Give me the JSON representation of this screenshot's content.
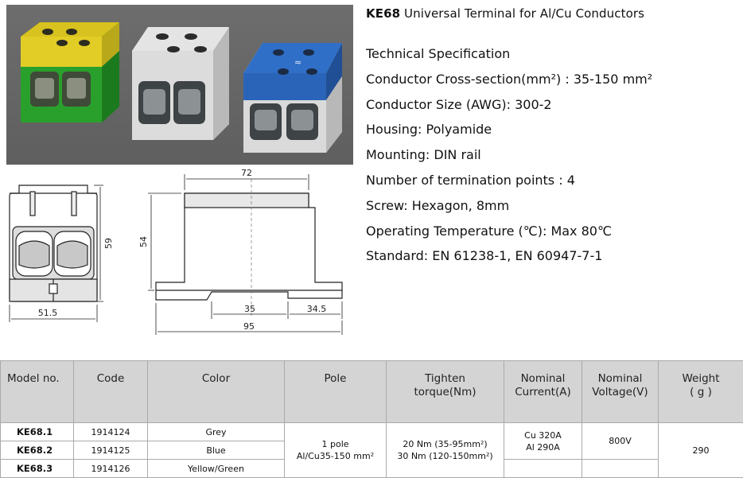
{
  "specs": {
    "title_model": "KE68",
    "title_rest": "Universal Terminal for Al/Cu Conductors",
    "heading": "Technical Specification",
    "lines": [
      "Conductor Cross-section(mm²) : 35-150 mm²",
      "Conductor Size (AWG):  300-2",
      "Housing:  Polyamide",
      "Mounting: DIN rail",
      "Number of termination points : 4",
      "Screw:  Hexagon, 8mm",
      "Operating Temperature (℃):    Max 80℃",
      "Standard:  EN 61238-1, EN 60947-7-1"
    ]
  },
  "drawing": {
    "dim_height_front": "59",
    "dim_width_front": "51.5",
    "dim_top_side": "72",
    "dim_height_side": "54",
    "dim_center": "35",
    "dim_right": "34.5",
    "dim_total": "95"
  },
  "photo": {
    "blue_cap_symbol": "≈"
  },
  "table": {
    "headers": {
      "model": "Model no.",
      "code": "Code",
      "color": "Color",
      "pole": "Pole",
      "torque_1": "Tighten",
      "torque_2": "torque(Nm)",
      "current_1": "Nominal",
      "current_2": "Current(A)",
      "voltage_1": "Nominal",
      "voltage_2": "Voltage(V)",
      "weight_1": "Weight",
      "weight_2": "( g )"
    },
    "rows": [
      {
        "model": "KE68.1",
        "code": "1914124",
        "color": "Grey"
      },
      {
        "model": "KE68.2",
        "code": "1914125",
        "color": "Blue"
      },
      {
        "model": "KE68.3",
        "code": "1914126",
        "color": "Yellow/Green"
      }
    ],
    "shared": {
      "pole_1": "1 pole",
      "pole_2": "Al/Cu35-150 mm²",
      "torque_1": "20 Nm (35-95mm²)",
      "torque_2": "30 Nm (120-150mm²)",
      "current_1": "Cu 320A",
      "current_2": "Al 290A",
      "voltage": "800V",
      "weight": "290"
    }
  },
  "colors": {
    "photo_bg": "#646464",
    "green_body": "#2a9a2a",
    "yellow_cap": "#d6c41e",
    "grey_body": "#d8d8d8",
    "blue_cap": "#2f6fc7",
    "header_bg": "#d4d4d4"
  }
}
